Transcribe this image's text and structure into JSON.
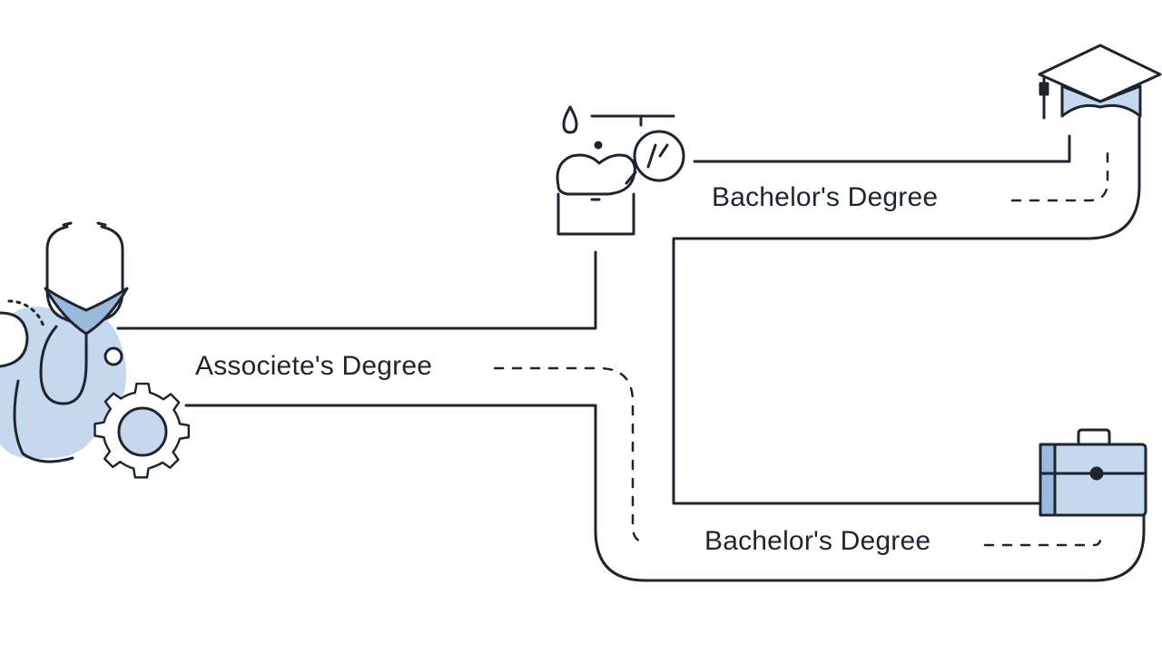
{
  "diagram": {
    "nodes": [
      {
        "id": "start",
        "icon": "stethoscope-gear-icon"
      },
      {
        "id": "associate",
        "label": "Associete's Degree"
      },
      {
        "id": "clinic",
        "icon": "clinical-workstation-icon"
      },
      {
        "id": "bachelor_top",
        "label": "Bachelor's Degree"
      },
      {
        "id": "graduation",
        "icon": "graduation-cap-icon"
      },
      {
        "id": "bachelor_bottom",
        "label": "Bachelor's Degree"
      },
      {
        "id": "career",
        "icon": "briefcase-icon"
      }
    ],
    "edges": [
      {
        "from": "start",
        "to": "associate"
      },
      {
        "from": "associate",
        "to": "clinic"
      },
      {
        "from": "clinic",
        "to": "bachelor_top"
      },
      {
        "from": "bachelor_top",
        "to": "graduation"
      },
      {
        "from": "associate",
        "to": "bachelor_bottom"
      },
      {
        "from": "bachelor_bottom",
        "to": "career"
      }
    ]
  },
  "colors": {
    "line": "#1f2530",
    "accent_fill": "#c6d8ee",
    "accent_stroke": "#9bb8dd"
  }
}
